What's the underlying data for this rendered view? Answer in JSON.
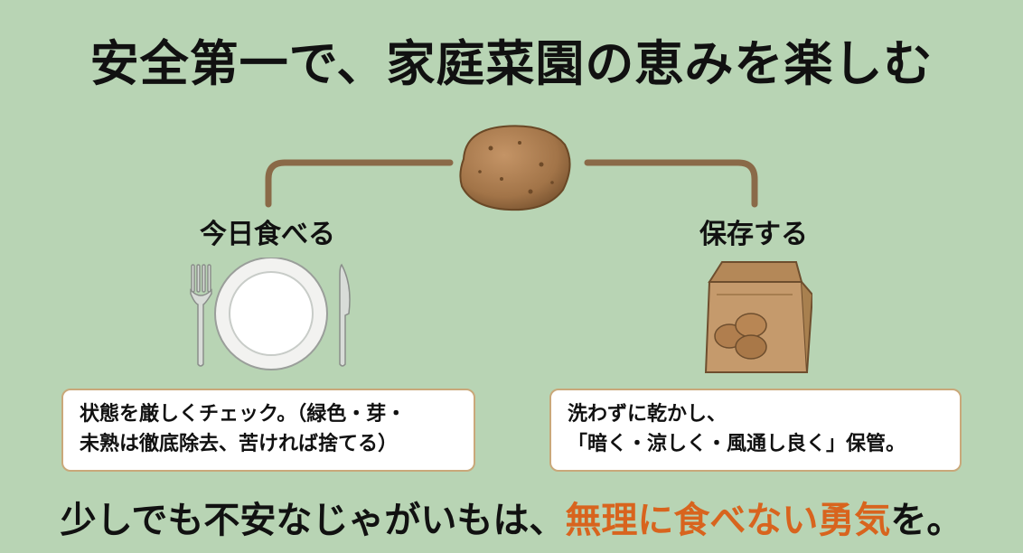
{
  "title": "安全第一で、家庭菜園の恵みを楽しむ",
  "branches": [
    {
      "label": "今日食べる",
      "note_lines": [
        "状態を厳しくチェック。（緑色・芽・",
        "未熟は徹底除去、苦ければ捨てる）"
      ]
    },
    {
      "label": "保存する",
      "note_lines": [
        "洗わずに乾かし、",
        "「暗く・涼しく・風通し良く」保管。"
      ]
    }
  ],
  "footer": {
    "lead": "少しでも不安なじゃがいもは、",
    "accent": "無理に食べない勇気",
    "tail": "を。"
  },
  "colors": {
    "background": "#b8d4b4",
    "connector": "#8a6a48",
    "accent": "#d8641e",
    "note_border": "#c9a87a",
    "potato": "#a27448",
    "bag": "#c59a6c"
  },
  "icons": {
    "center": "potato-icon",
    "left": "plate-fork-knife-icon",
    "right": "paper-bag-potatoes-icon"
  }
}
